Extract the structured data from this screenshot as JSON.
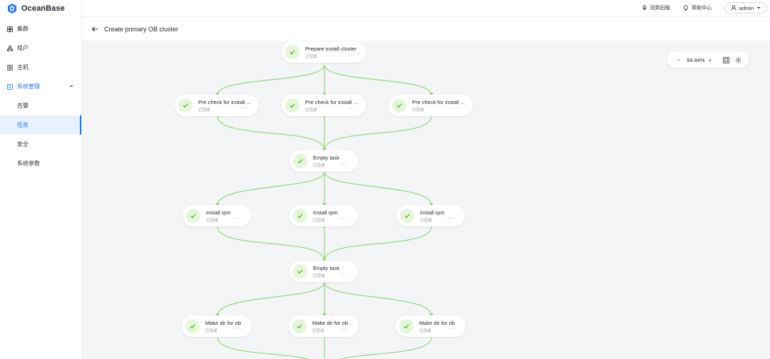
{
  "app": {
    "brand": "OceanBase"
  },
  "sidebar": {
    "items": [
      {
        "label": "集群",
        "icon": "cluster-icon"
      },
      {
        "label": "组户",
        "icon": "tenant-icon"
      },
      {
        "label": "主机",
        "icon": "host-icon"
      },
      {
        "label": "系统管理",
        "icon": "system-icon",
        "expanded": true
      }
    ],
    "sub_items": [
      {
        "label": "告警"
      },
      {
        "label": "任务",
        "selected": true
      },
      {
        "label": "安全"
      },
      {
        "label": "系统参数"
      }
    ]
  },
  "header": {
    "old_version_label": "回到旧版",
    "help_label": "帮助中心",
    "user_name": "admin"
  },
  "page": {
    "title": "Create primary OB cluster"
  },
  "graph": {
    "status_text": "已完成",
    "more_label": "···",
    "nodes": [
      {
        "label": "Prepare install cluster"
      },
      {
        "label": "Pre check for install ..."
      },
      {
        "label": "Pre check for install ..."
      },
      {
        "label": "Pre check for install ..."
      },
      {
        "label": "Empty task"
      },
      {
        "label": "Install rpm"
      },
      {
        "label": "Install rpm"
      },
      {
        "label": "Install rpm"
      },
      {
        "label": "Empty task"
      },
      {
        "label": "Make dir for ob"
      },
      {
        "label": "Make dir for ob"
      },
      {
        "label": "Make dir for ob"
      }
    ],
    "edge_color": "#95d87a",
    "check_color": "#52c41a"
  },
  "zoom": {
    "minus": "−",
    "level": "84.84%",
    "plus": "+"
  },
  "colors": {
    "accent": "#1677ff",
    "canvas_bg": "#f4f5f7"
  }
}
